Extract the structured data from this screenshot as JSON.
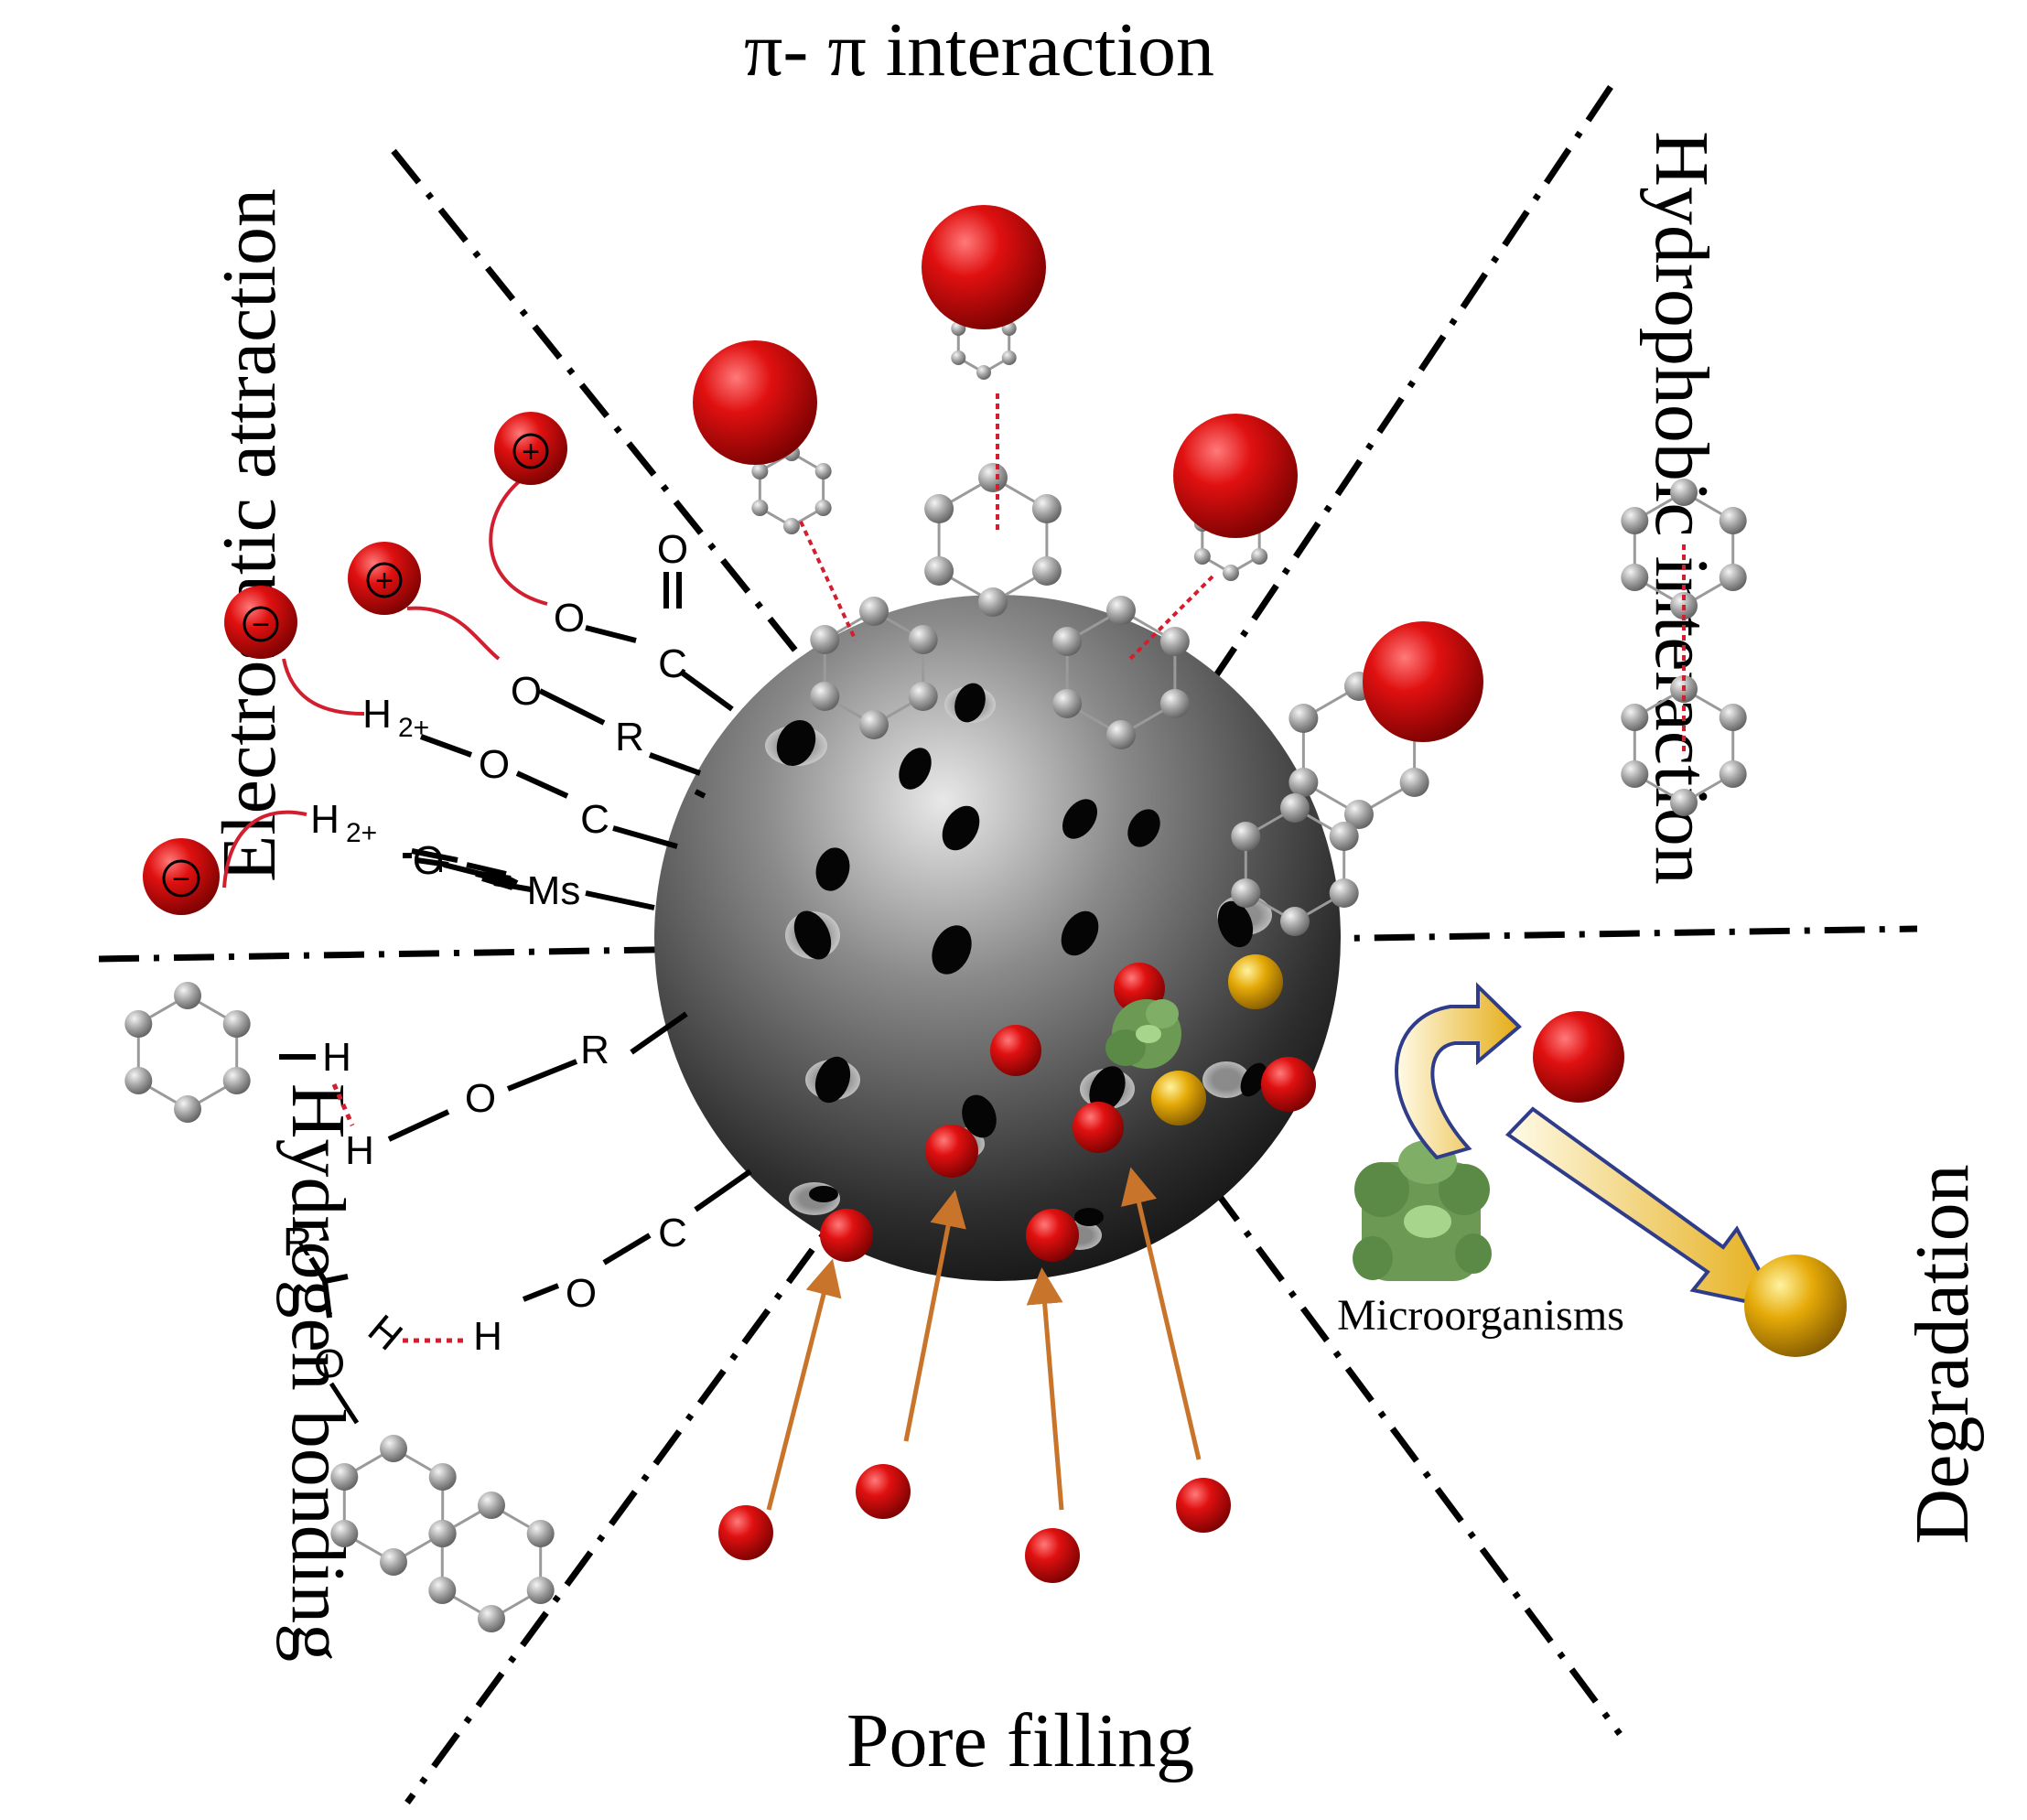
{
  "regions": {
    "pi_pi": "π- π interaction",
    "electrostatic": "Electrostatic attraction",
    "hydrophobic": "Hydrophobic interaction",
    "hydrogen": "Hydrogen bonding",
    "degradation": "Degradation",
    "pore_filling": "Pore filling"
  },
  "microorganisms_label": "Microorganisms",
  "charges": {
    "plus": "+",
    "minus": "−"
  },
  "atoms": {
    "O": "O",
    "C": "C",
    "R": "R",
    "H": "H",
    "H2": "H",
    "sub2plus": "2+",
    "Ms": "Ms"
  },
  "colors": {
    "pollutant_red": "#d10a0a",
    "product_gold": "#e3a80a",
    "carbon_grey": "#8c8c8c",
    "arrow_orange": "#c9742b",
    "microbe_green": "#6c9a55",
    "h_bond_red": "#d21f2f"
  }
}
